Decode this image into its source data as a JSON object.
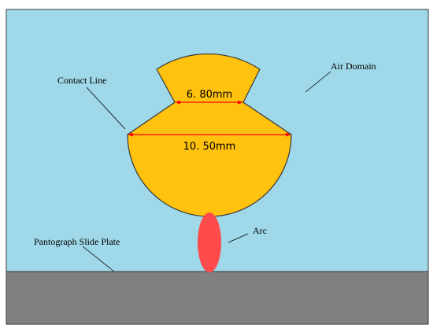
{
  "labels": {
    "contact_line": "Contact Line",
    "air_domain": "Air Domain",
    "arc": "Arc",
    "pantograph_slide_plate": "Pantograph Slide Plate"
  },
  "dimensions": {
    "upper_width": "6. 80mm",
    "lower_width": "10. 50mm"
  },
  "colors": {
    "air_domain": "#9fd8e8",
    "contact_line_body": "#ffc20e",
    "arc": "#ff4b4b",
    "slide_plate": "#808080",
    "dimension_line": "#ff0000",
    "outline": "#3a3a3a"
  }
}
